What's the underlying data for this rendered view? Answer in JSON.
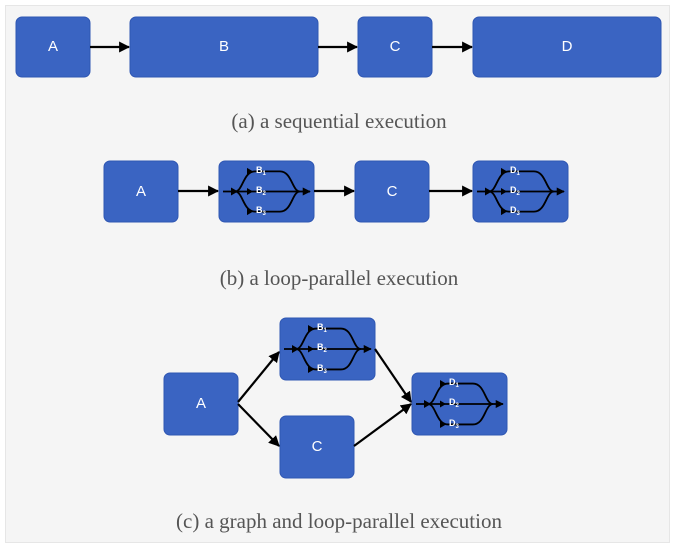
{
  "captions": {
    "a": "(a) a sequential execution",
    "b": "(b) a loop-parallel execution",
    "c": "(c)  a graph and loop-parallel execution"
  },
  "a": {
    "A": "A",
    "B": "B",
    "C": "C",
    "D": "D"
  },
  "b": {
    "A": "A",
    "C": "C",
    "B_sub": [
      {
        "base": "B",
        "sub": "1"
      },
      {
        "base": "B",
        "sub": "2"
      },
      {
        "base": "B",
        "sub": "3"
      }
    ],
    "D_sub": [
      {
        "base": "D",
        "sub": "1"
      },
      {
        "base": "D",
        "sub": "2"
      },
      {
        "base": "D",
        "sub": "3"
      }
    ]
  },
  "c": {
    "A": "A",
    "C": "C",
    "B_sub": [
      {
        "base": "B",
        "sub": "1"
      },
      {
        "base": "B",
        "sub": "2"
      },
      {
        "base": "B",
        "sub": "3"
      }
    ],
    "D_sub": [
      {
        "base": "D",
        "sub": "1"
      },
      {
        "base": "D",
        "sub": "2"
      },
      {
        "base": "D",
        "sub": "3"
      }
    ]
  },
  "colors": {
    "box": "#3a64c2",
    "box_text": "#ffffff",
    "arrow": "#000000",
    "caption": "#555555"
  }
}
